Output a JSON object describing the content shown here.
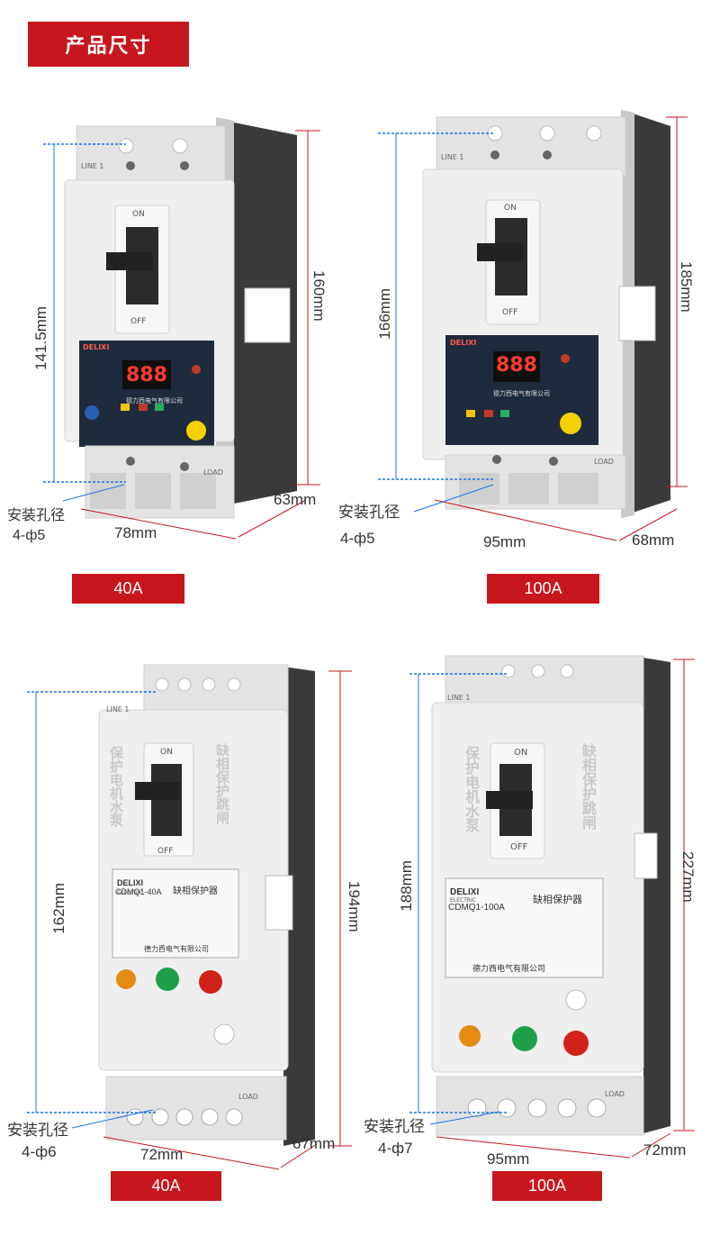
{
  "header": {
    "title": "产品尺寸"
  },
  "products": [
    {
      "rating": "40A",
      "height_total": "160mm",
      "height_holes": "141.5mm",
      "width": "78mm",
      "depth": "63mm",
      "hole_label": "安装孔径",
      "hole_size": "4-ф5"
    },
    {
      "rating": "100A",
      "height_total": "185mm",
      "height_holes": "166mm",
      "width": "95mm",
      "depth": "68mm",
      "hole_label": "安装孔径",
      "hole_size": "4-ф5"
    },
    {
      "rating": "40A",
      "height_total": "194mm",
      "height_holes": "162mm",
      "width": "72mm",
      "depth": "67mm",
      "hole_label": "安装孔径",
      "hole_size": "4-ф6",
      "panel_model": "CDMQ1-40A",
      "panel_title": "缺相保护器",
      "side_left": "保护电机水泵",
      "side_right": "缺相保护跳闸"
    },
    {
      "rating": "100A",
      "height_total": "227mm",
      "height_holes": "188mm",
      "width": "95mm",
      "depth": "72mm",
      "hole_label": "安装孔径",
      "hole_size": "4-ф7",
      "panel_model": "CDMQ1-100A",
      "panel_title": "缺相保护器",
      "side_left": "保护电机水泵",
      "side_right": "缺相保护跳闸"
    }
  ],
  "device_text": {
    "on": "ON",
    "off": "OFF",
    "line": "LINE 1",
    "load": "LOAD",
    "brand": "DELIXI",
    "brand_sub": "ELECTRIC",
    "company": "德力西电气有限公司",
    "display": "888"
  },
  "colors": {
    "accent": "#c8161d",
    "device_body": "#efefef",
    "device_side": "#3a3a3a"
  }
}
